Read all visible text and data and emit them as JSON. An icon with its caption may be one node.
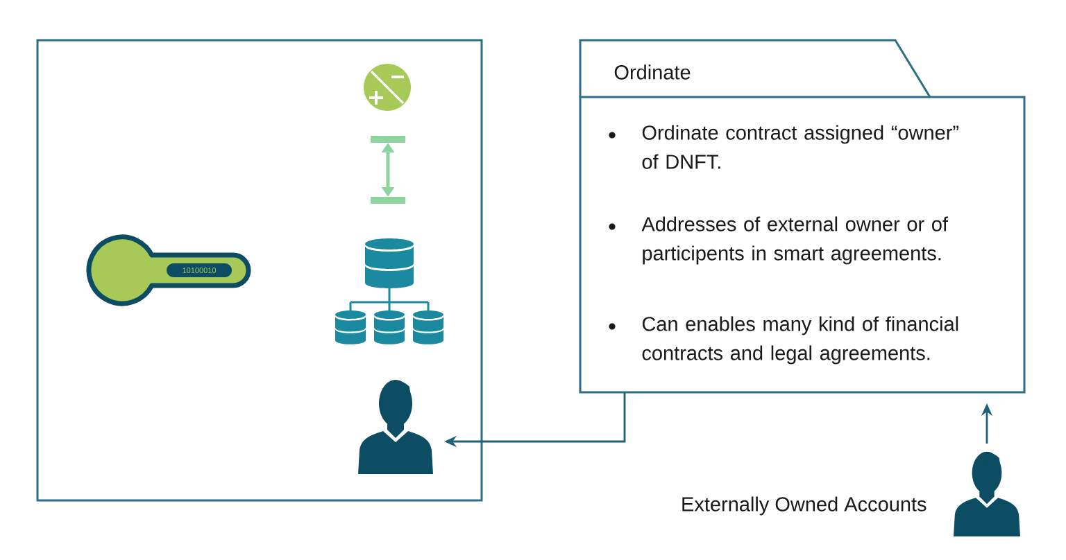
{
  "diagram": {
    "nodes": [
      {
        "text": [],
        "shape": "box"
      },
      {
        "text": [
          "10100010"
        ],
        "in": 0
      },
      {
        "text": [],
        "shape": "person",
        "in": 0
      },
      {
        "text": [
          "Ordinate",
          "Ordinate contract assigned “owner” of DNFT.",
          "Addresses of external owner or of participents in smart agreements.",
          "Can enables many kind of financial contracts and legal agreements."
        ]
      },
      {
        "text": [],
        "shape": "person",
        "beside": [
          "Externally Owned Accounts"
        ]
      }
    ],
    "edges": [
      {
        "from": 3,
        "to": 2,
        "arrow": "to"
      },
      {
        "from": 4,
        "to": 3,
        "arrow": "to"
      }
    ]
  }
}
